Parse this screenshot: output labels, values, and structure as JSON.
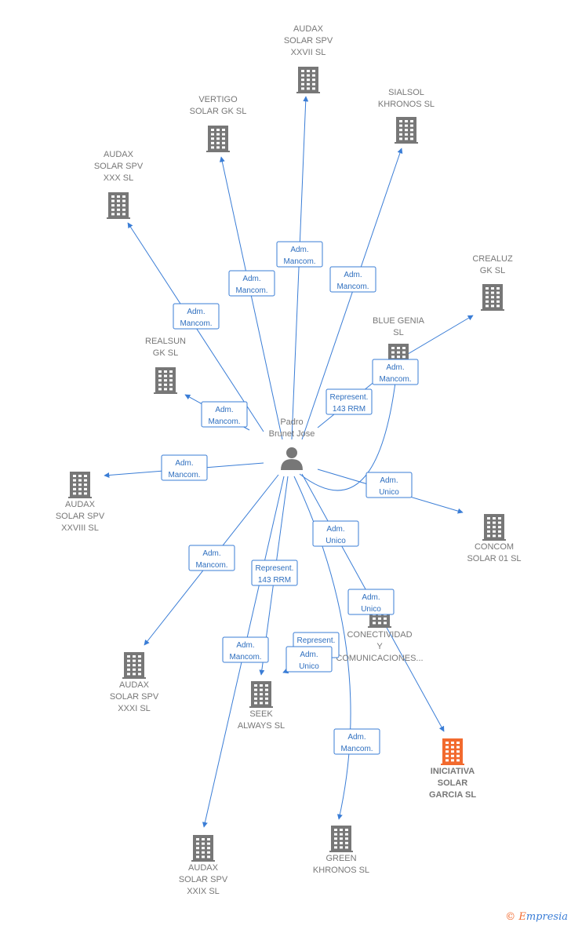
{
  "center": {
    "name_lines": [
      "Padro",
      "Brunet Jose"
    ]
  },
  "companies": [
    {
      "id": "audax27",
      "lines": [
        "AUDAX",
        "SOLAR SPV",
        "XXVII  SL"
      ]
    },
    {
      "id": "vertigo",
      "lines": [
        "VERTIGO",
        "SOLAR GK  SL"
      ]
    },
    {
      "id": "sialsol",
      "lines": [
        "SIALSOL",
        "KHRONOS  SL"
      ]
    },
    {
      "id": "audax30",
      "lines": [
        "AUDAX",
        "SOLAR SPV",
        "XXX  SL"
      ]
    },
    {
      "id": "crealuz",
      "lines": [
        "CREALUZ",
        "GK  SL"
      ]
    },
    {
      "id": "bluegenia",
      "lines": [
        "BLUE GENIA",
        "SL"
      ]
    },
    {
      "id": "realsun",
      "lines": [
        "REALSUN",
        "GK  SL"
      ]
    },
    {
      "id": "audax28",
      "lines": [
        "AUDAX",
        "SOLAR SPV",
        "XXVIII  SL"
      ]
    },
    {
      "id": "concom",
      "lines": [
        "CONCOM",
        "SOLAR 01  SL"
      ]
    },
    {
      "id": "conectividad",
      "lines": [
        "CONECTIVIDAD",
        "Y",
        "COMUNICACIONES..."
      ]
    },
    {
      "id": "audax31",
      "lines": [
        "AUDAX",
        "SOLAR SPV",
        "XXXI  SL"
      ]
    },
    {
      "id": "seek",
      "lines": [
        "SEEK",
        "ALWAYS  SL"
      ]
    },
    {
      "id": "iniciativa",
      "lines": [
        "INICIATIVA",
        "SOLAR",
        "GARCIA  SL"
      ],
      "highlight": true
    },
    {
      "id": "audax29",
      "lines": [
        "AUDAX",
        "SOLAR SPV",
        "XXIX  SL"
      ]
    },
    {
      "id": "green",
      "lines": [
        "GREEN",
        "KHRONOS  SL"
      ]
    }
  ],
  "edges": [
    {
      "to": "audax27",
      "label": [
        "Adm.",
        "Mancom."
      ]
    },
    {
      "to": "vertigo",
      "label": [
        "Adm.",
        "Mancom."
      ]
    },
    {
      "to": "sialsol",
      "label": [
        "Adm.",
        "Mancom."
      ]
    },
    {
      "to": "audax30",
      "label": [
        "Adm.",
        "Mancom."
      ]
    },
    {
      "to": "realsun",
      "label": [
        "Adm.",
        "Mancom."
      ]
    },
    {
      "to": "bluegenia",
      "label": [
        "Represent.",
        "143 RRM"
      ]
    },
    {
      "to": "crealuz",
      "label": [
        "Adm.",
        "Mancom."
      ]
    },
    {
      "to": "audax28",
      "label": [
        "Adm.",
        "Mancom."
      ]
    },
    {
      "to": "concom",
      "label": [
        "Adm.",
        "Unico"
      ]
    },
    {
      "to": "conectividad",
      "label": [
        "Adm.",
        "Unico"
      ]
    },
    {
      "to": "iniciativa",
      "label": [
        "Adm.",
        "Unico"
      ]
    },
    {
      "to": "audax31",
      "label": [
        "Adm.",
        "Mancom."
      ]
    },
    {
      "to": "seek",
      "label": [
        "Represent.",
        "143 RRM"
      ]
    },
    {
      "to": "audax29",
      "label": [
        "Adm.",
        "Mancom."
      ]
    },
    {
      "to": "seek",
      "label": [
        "Represent.",
        "143 RRM"
      ]
    },
    {
      "to": "seek",
      "label": [
        "Adm.",
        "Unico"
      ]
    },
    {
      "to": "green",
      "label": [
        "Adm.",
        "Mancom."
      ]
    }
  ],
  "colors": {
    "edge": "#3a7dd6",
    "node": "#777777",
    "highlight": "#f26a2e"
  },
  "brand": {
    "symbol": "©",
    "name": "mpresia",
    "initial": "E"
  }
}
